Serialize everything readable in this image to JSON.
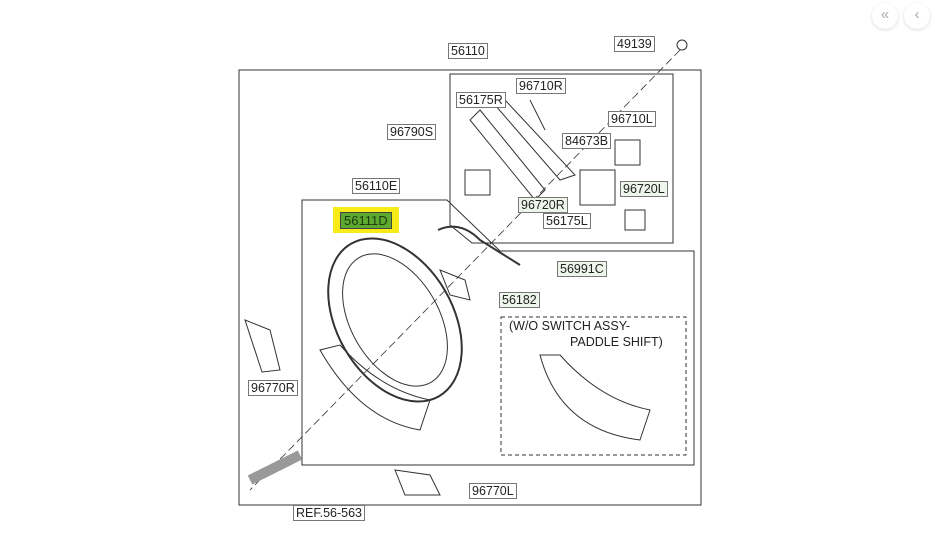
{
  "nav": {
    "first_icon": "«",
    "prev_icon": "‹"
  },
  "labels": {
    "l56110": "56110",
    "l49139": "49139",
    "l96710R": "96710R",
    "l56175R": "56175R",
    "l96790S": "96790S",
    "l84673B": "84673B",
    "l96710L": "96710L",
    "l96720L": "96720L",
    "l56110E": "56110E",
    "l96720R": "96720R",
    "l56175L": "56175L",
    "l56111D": "56111D",
    "l56991C": "56991C",
    "l56182": "56182",
    "l96770R": "96770R",
    "l96770L": "96770L",
    "ref": "REF.56-563"
  },
  "note": {
    "line1": "(W/O SWITCH ASSY-",
    "line2": "PADDLE SHIFT)"
  },
  "colors": {
    "highlight": "#f7ec1a",
    "highlight_text_bg": "#5da82e"
  }
}
